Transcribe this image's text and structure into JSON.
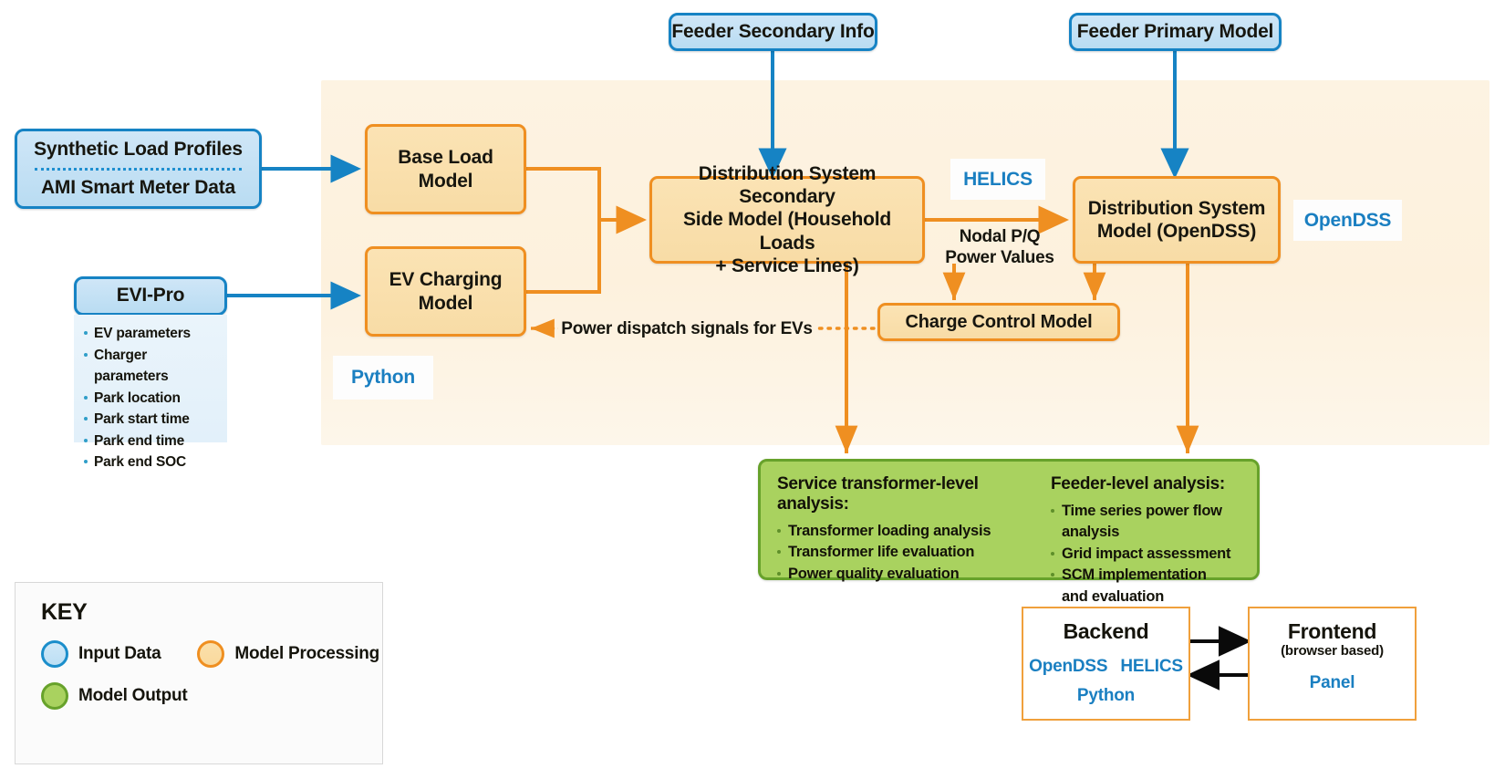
{
  "diagram": {
    "title": "EV charging grid impact modeling workflow",
    "colors": {
      "input_blue": "#1683c4",
      "input_fill": "#c4e1f4",
      "process_orange": "#ef8f21",
      "process_fill": "#f9dca8",
      "output_green": "#67a22b",
      "output_fill": "#a9d25f",
      "panel_beige": "#fdf2e0",
      "tech_label_blue": "#1a7fc1"
    }
  },
  "inputs": {
    "load_profiles": {
      "line1": "Synthetic Load Profiles",
      "line2": "AMI Smart Meter Data"
    },
    "evi_pro": {
      "label": "EVI-Pro",
      "params": [
        "EV parameters",
        "Charger parameters",
        "Park location",
        "Park start time",
        "Park end time",
        "Park end SOC"
      ]
    },
    "feeder_secondary": {
      "label": "Feeder Secondary Info"
    },
    "feeder_primary": {
      "label": "Feeder Primary Model"
    }
  },
  "models": {
    "base_load": {
      "line1": "Base Load",
      "line2": "Model"
    },
    "ev_charging": {
      "line1": "EV Charging",
      "line2": "Model"
    },
    "secondary_side": {
      "line1": "Distribution System Secondary",
      "line2": "Side Model (Household Loads",
      "line3": "+ Service Lines)"
    },
    "distribution_system": {
      "line1": "Distribution System",
      "line2": "Model (OpenDSS)"
    },
    "charge_control": {
      "label": "Charge Control Model"
    }
  },
  "edge_labels": {
    "nodal_power": {
      "line1": "Nodal P/Q",
      "line2": "Power Values"
    },
    "power_dispatch": "Power dispatch signals for EVs"
  },
  "tool_labels": {
    "helics": "HELICS",
    "opendss": "OpenDSS",
    "python": "Python"
  },
  "outputs": {
    "transformer": {
      "heading": "Service transformer-level analysis:",
      "items": [
        "Transformer loading analysis",
        "Transformer life evaluation",
        "Power quality evaluation"
      ]
    },
    "feeder": {
      "heading": "Feeder-level analysis:",
      "items": [
        "Time series power flow analysis",
        "Grid impact assessment",
        "SCM implementation"
      ],
      "last_item_continuation": "and evaluation"
    }
  },
  "key": {
    "title": "KEY",
    "entries": [
      {
        "label": "Input Data",
        "swatch": "input"
      },
      {
        "label": "Model Processing",
        "swatch": "process"
      },
      {
        "label": "Model Output",
        "swatch": "output"
      }
    ]
  },
  "architecture": {
    "backend": {
      "title": "Backend",
      "tech_line1_a": "OpenDSS",
      "tech_line1_b": "HELICS",
      "tech_line2": "Python"
    },
    "frontend": {
      "title": "Frontend",
      "subtitle": "(browser based)",
      "tech": "Panel"
    }
  }
}
